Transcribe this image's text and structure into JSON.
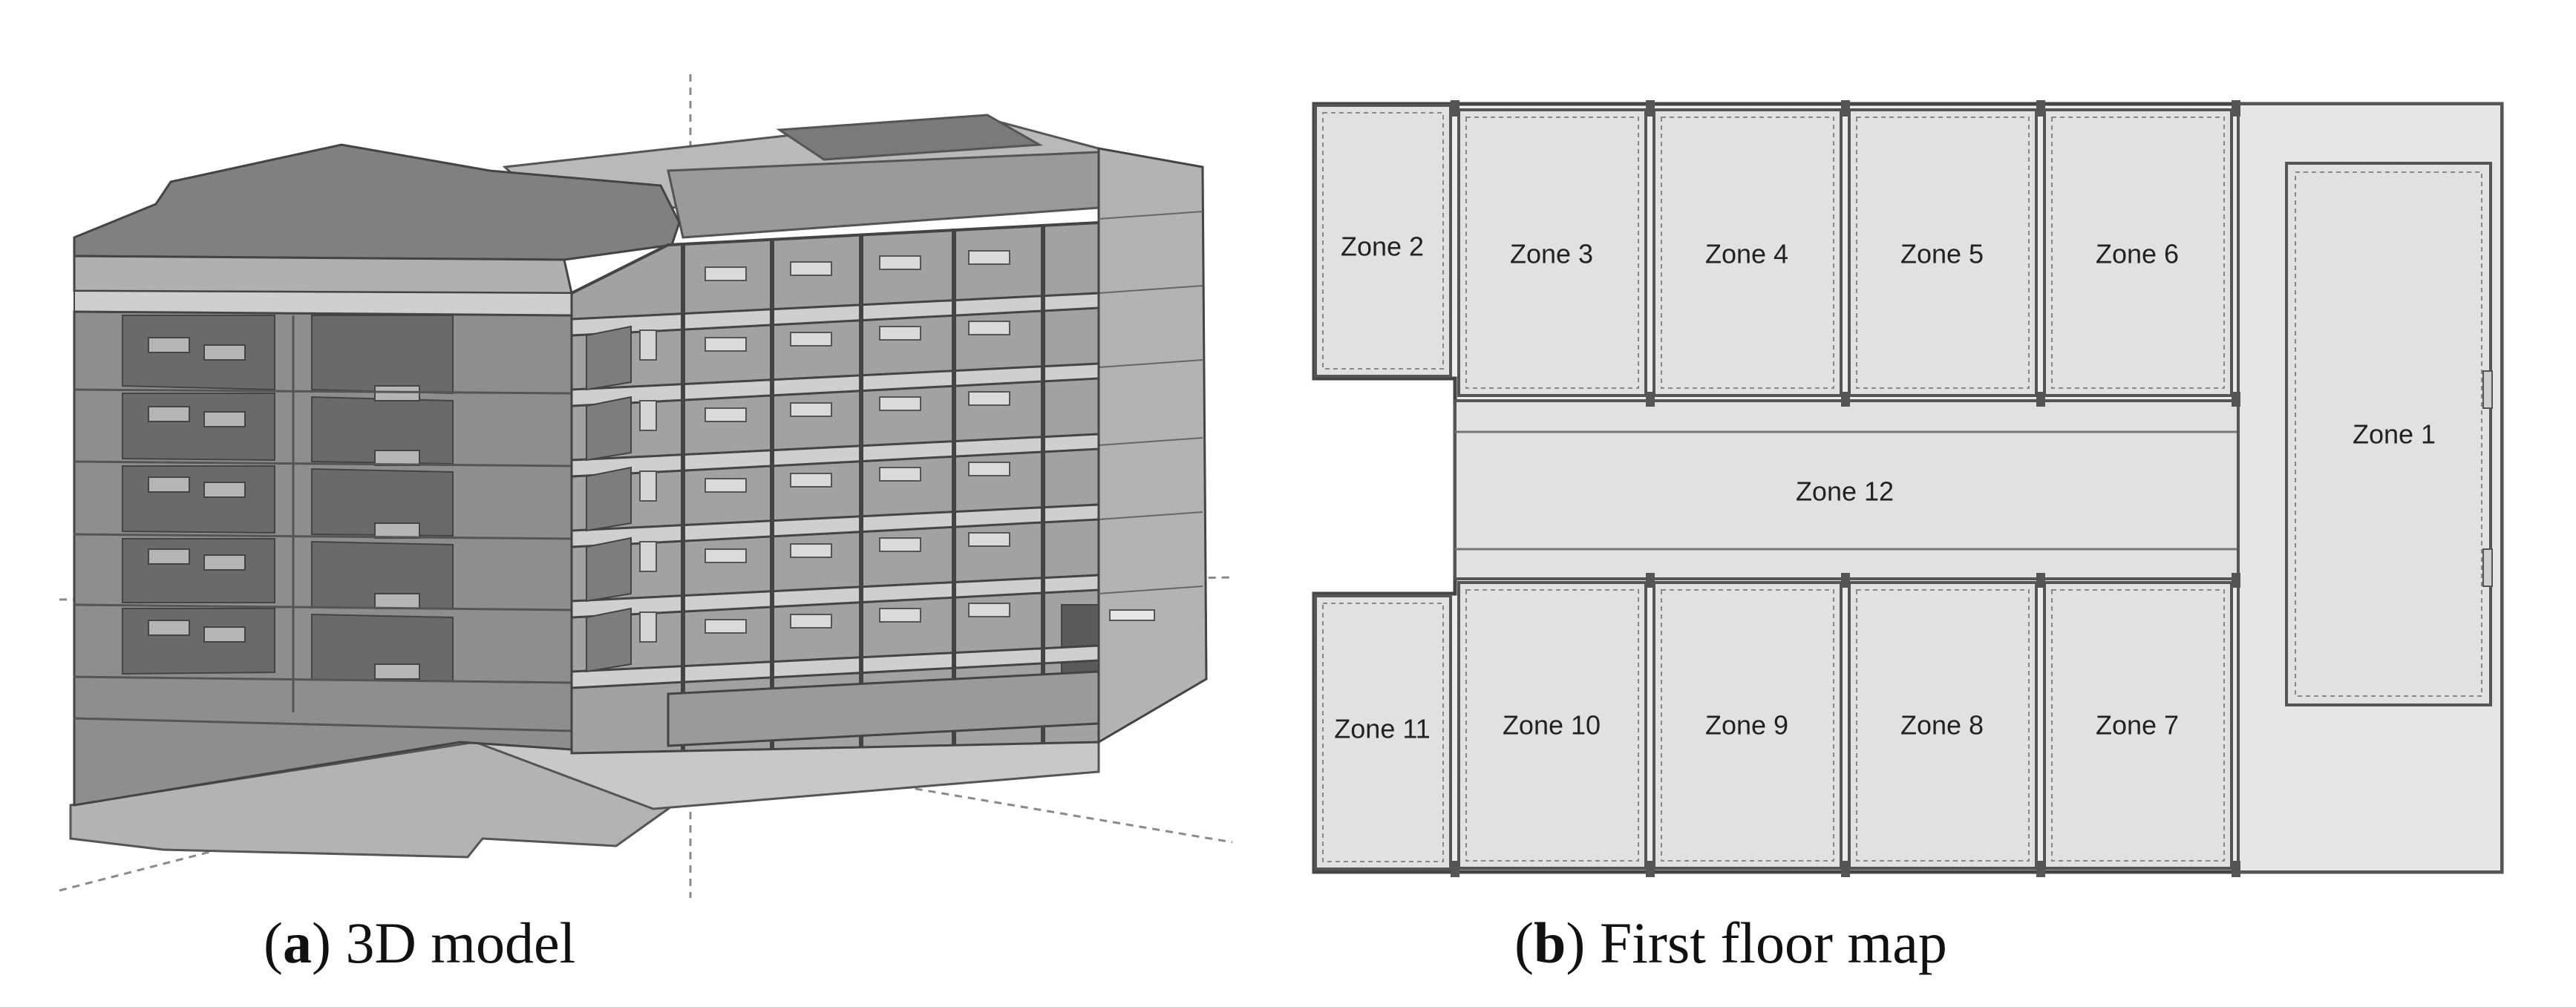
{
  "panel_a": {
    "letter": "a",
    "caption": "3D model"
  },
  "panel_b": {
    "letter": "b",
    "caption": "First floor map",
    "zones": {
      "z1": "Zone 1",
      "z2": "Zone 2",
      "z3": "Zone 3",
      "z4": "Zone 4",
      "z5": "Zone 5",
      "z6": "Zone 6",
      "z7": "Zone 7",
      "z8": "Zone 8",
      "z9": "Zone 9",
      "z10": "Zone 10",
      "z11": "Zone 11",
      "z12": "Zone 12"
    }
  },
  "colors": {
    "zone_fill": "#e3e3e3",
    "wall": "#555555",
    "roof": "#7a7a7a",
    "facade_left": "#8c8c8c",
    "facade_right": "#a8a8a8",
    "window_dark": "#555555"
  }
}
